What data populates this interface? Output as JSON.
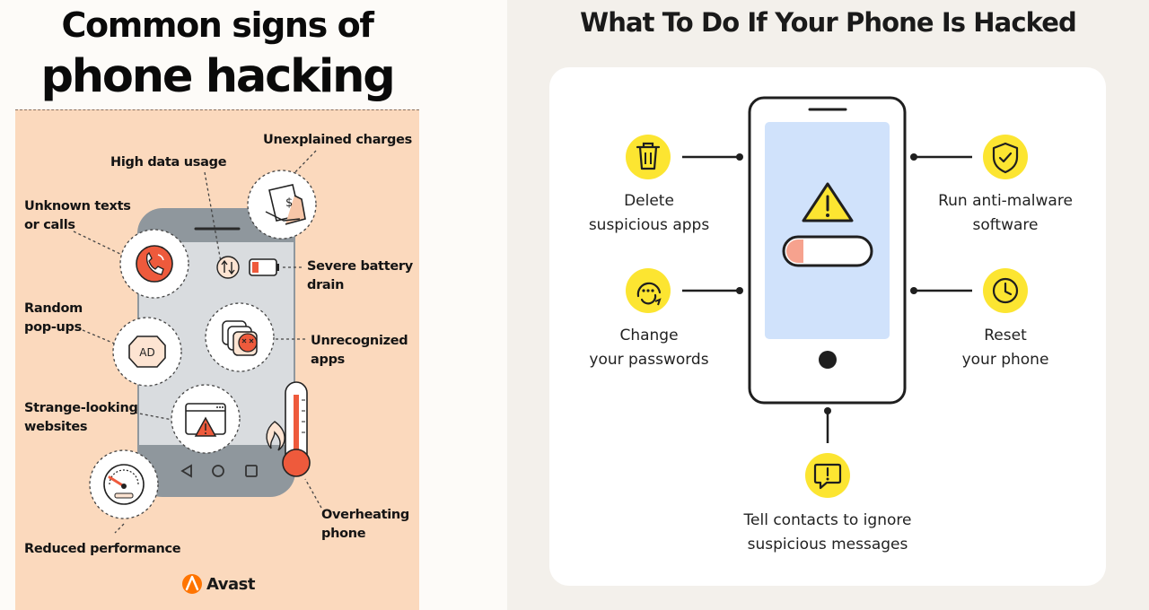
{
  "left_panel": {
    "title_line1": "Common signs of",
    "title_line2": "phone hacking",
    "signs": [
      {
        "id": "unexplained-charges",
        "lines": [
          "Unexplained charges"
        ],
        "icon": "receipt-dollar-icon"
      },
      {
        "id": "high-data-usage",
        "lines": [
          "High data usage"
        ],
        "icon": "data-arrows-icon"
      },
      {
        "id": "unknown-texts",
        "lines": [
          "Unknown texts",
          "or calls"
        ],
        "icon": "phone-call-icon"
      },
      {
        "id": "severe-battery-drain",
        "lines": [
          "Severe battery",
          "drain"
        ],
        "icon": "low-battery-icon"
      },
      {
        "id": "random-popups",
        "lines": [
          "Random",
          "pop-ups"
        ],
        "icon": "ad-popup-icon"
      },
      {
        "id": "unrecognized-apps",
        "lines": [
          "Unrecognized",
          "apps"
        ],
        "icon": "unknown-app-icon"
      },
      {
        "id": "strange-websites",
        "lines": [
          "Strange-looking",
          "websites"
        ],
        "icon": "warning-browser-icon"
      },
      {
        "id": "overheating-phone",
        "lines": [
          "Overheating",
          "phone"
        ],
        "icon": "thermometer-flame-icon"
      },
      {
        "id": "reduced-performance",
        "lines": [
          "Reduced performance"
        ],
        "icon": "speedometer-icon"
      }
    ],
    "brand": "Avast"
  },
  "right_panel": {
    "title": "What To Do If Your Phone Is Hacked",
    "actions": [
      {
        "id": "delete-apps",
        "lines": [
          "Delete",
          "suspicious apps"
        ],
        "icon": "trash-icon"
      },
      {
        "id": "run-antimalware",
        "lines": [
          "Run anti-malware",
          "software"
        ],
        "icon": "shield-check-icon"
      },
      {
        "id": "change-passwords",
        "lines": [
          "Change",
          "your passwords"
        ],
        "icon": "password-icon"
      },
      {
        "id": "reset-phone",
        "lines": [
          "Reset",
          "your phone"
        ],
        "icon": "clock-icon"
      },
      {
        "id": "tell-contacts",
        "lines": [
          "Tell contacts to ignore",
          "suspicious messages"
        ],
        "icon": "message-alert-icon"
      }
    ]
  },
  "colors": {
    "peach": "#fbd9bd",
    "alert_red": "#ee5a3c",
    "phone_gray": "#d9dcdf",
    "phone_dark": "#8f979d",
    "yellow": "#fce531",
    "screen_blue": "#d0e2fb",
    "right_bg": "#f3f0eb"
  }
}
